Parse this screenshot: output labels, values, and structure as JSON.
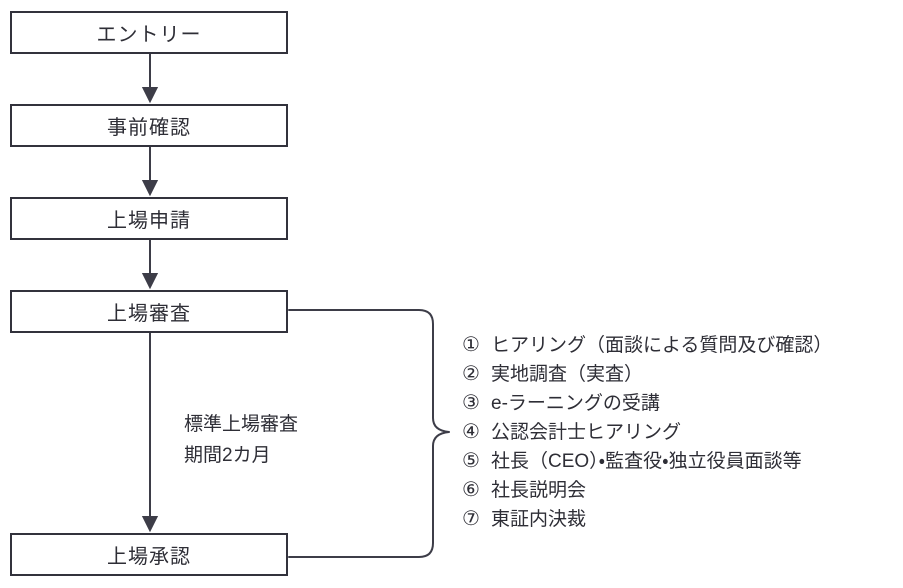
{
  "flow": {
    "boxes": [
      {
        "label": "エントリー"
      },
      {
        "label": "事前確認"
      },
      {
        "label": "上場申請"
      },
      {
        "label": "上場審査"
      },
      {
        "label": "上場承認"
      }
    ],
    "duration_note": {
      "line1": "標準上場審査",
      "line2": "期間2カ月"
    }
  },
  "annotations": {
    "items": [
      {
        "num": "①",
        "text": "ヒアリング（面談による質問及び確認）"
      },
      {
        "num": "②",
        "text": "実地調査（実査）"
      },
      {
        "num": "③",
        "text": "e-ラーニングの受講"
      },
      {
        "num": "④",
        "text": "公認会計士ヒアリング"
      },
      {
        "num": "⑤",
        "text": "社長（CEO）・監査役・独立役員面談等"
      },
      {
        "num": "⑥",
        "text": "社長説明会"
      },
      {
        "num": "⑦",
        "text": "東証内決裁"
      }
    ]
  },
  "colors": {
    "line": "#3d3d48",
    "box_border": "#32323c",
    "text": "#2e2e36",
    "background": "#ffffff"
  }
}
